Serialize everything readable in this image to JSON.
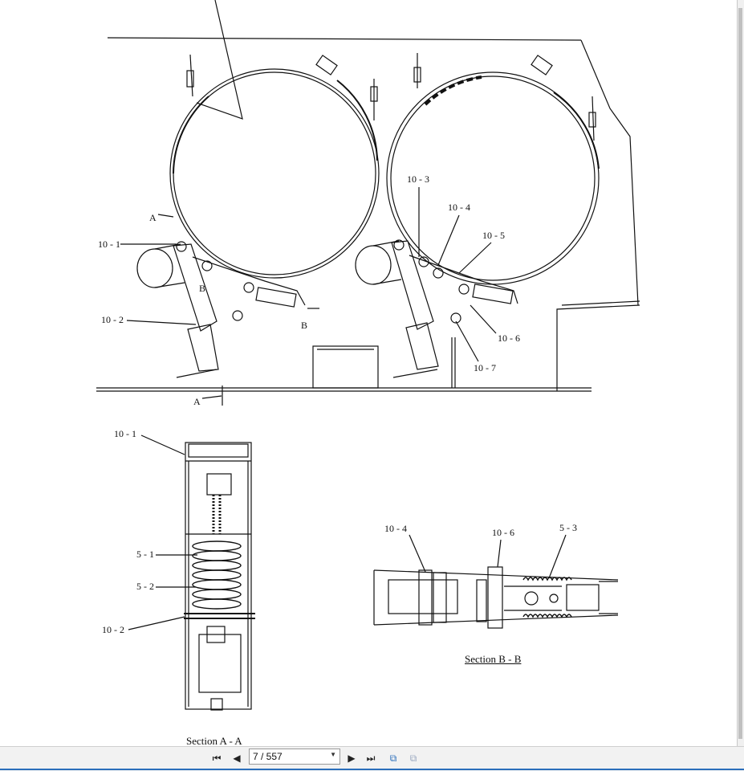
{
  "document": {
    "labels": {
      "l10_1_top": "10 - 1",
      "l10_2_top": "10 - 2",
      "l10_3": "10 - 3",
      "l10_4_top": "10 - 4",
      "l10_5": "10 - 5",
      "l10_6_top": "10 - 6",
      "l10_7": "10 - 7",
      "sec_a_top": "A",
      "sec_a_bottom": "A",
      "sec_b_left": "B",
      "sec_b_right": "B",
      "l10_1_sa": "10 - 1",
      "l5_1": "5 - 1",
      "l5_2": "5 - 2",
      "l10_2_sa": "10 - 2",
      "l10_4_sb": "10 - 4",
      "l10_6_sb": "10 - 6",
      "l5_3": "5 - 3"
    },
    "captions": {
      "section_a": "Section A - A",
      "section_b": "Section B - B"
    }
  },
  "toolbar": {
    "page_indicator": "7 / 557",
    "icons": [
      "first-page-icon",
      "previous-page-icon",
      "next-page-icon",
      "last-page-icon",
      "copy-page-icon",
      "copy-disabled-icon"
    ]
  }
}
